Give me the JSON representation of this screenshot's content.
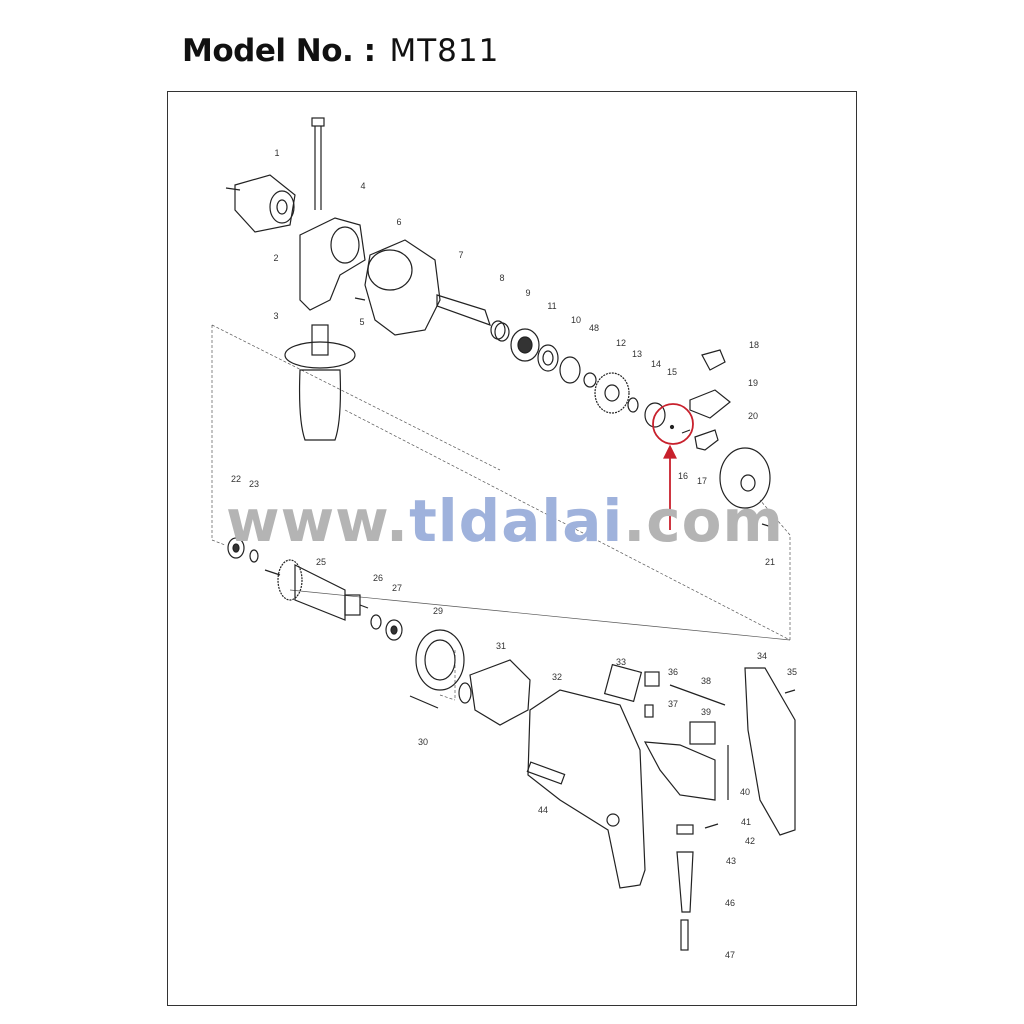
{
  "header": {
    "label": "Model No. :",
    "model": "MT811"
  },
  "watermark": {
    "prefix": "www.",
    "brand": "tldalai",
    "suffix": ".com"
  },
  "colors": {
    "highlight": "#c8202c",
    "watermark_brand": "#9fb2dc",
    "watermark_gray": "#b4b4b4"
  },
  "highlight": {
    "parts": [
      "15",
      "16"
    ]
  },
  "parts": [
    "1",
    "2",
    "3",
    "4",
    "5",
    "6",
    "7",
    "8",
    "9",
    "10",
    "11",
    "12",
    "13",
    "14",
    "15",
    "16",
    "17",
    "18",
    "19",
    "20",
    "21",
    "22",
    "23",
    "25",
    "26",
    "27",
    "29",
    "30",
    "31",
    "32",
    "33",
    "34",
    "35",
    "36",
    "37",
    "38",
    "39",
    "40",
    "41",
    "42",
    "43",
    "44",
    "46",
    "47",
    "48"
  ]
}
